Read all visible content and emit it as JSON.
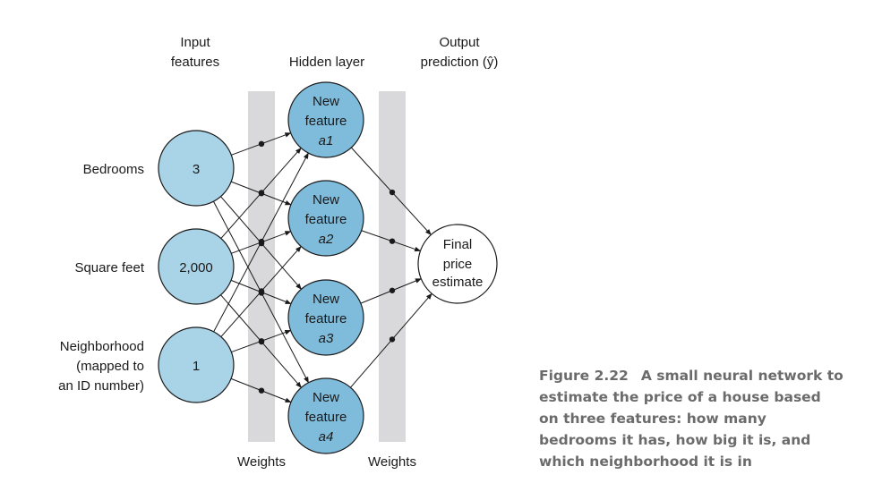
{
  "headers": {
    "input": [
      "Input",
      "features"
    ],
    "hidden": [
      "Hidden layer"
    ],
    "output": [
      "Output",
      "prediction (ŷ)"
    ]
  },
  "inputs": [
    {
      "label": [
        "Bedrooms"
      ],
      "value": "3"
    },
    {
      "label": [
        "Square feet"
      ],
      "value": "2,000"
    },
    {
      "label": [
        "Neighborhood",
        "(mapped to",
        "an ID number)"
      ],
      "value": "1"
    }
  ],
  "hidden_nodes": [
    {
      "line1": "New",
      "line2": "feature",
      "id": "a1"
    },
    {
      "line1": "New",
      "line2": "feature",
      "id": "a2"
    },
    {
      "line1": "New",
      "line2": "feature",
      "id": "a3"
    },
    {
      "line1": "New",
      "line2": "feature",
      "id": "a4"
    }
  ],
  "output_node": [
    "Final",
    "price",
    "estimate"
  ],
  "weights_labels": [
    "Weights",
    "Weights"
  ],
  "caption": {
    "figure": "Figure 2.22",
    "text": "A small neural network to estimate the price of a house based on three features: how many bedrooms it has, how big it is, and which neighborhood it is in"
  },
  "colors": {
    "input_fill": "#a9d3e6",
    "hidden_fill": "#7fbcdc",
    "output_fill": "#ffffff",
    "weight_band": "#d9d9db",
    "stroke": "#1a1a1a",
    "caption": "#6b6b6b"
  }
}
